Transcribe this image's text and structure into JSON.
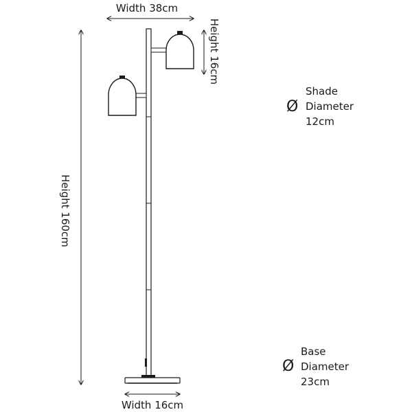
{
  "dimensions": {
    "overall_width": "Width 38cm",
    "shade_height": "Height 16cm",
    "overall_height": "Height 160cm",
    "base_width": "Width 16cm"
  },
  "shade_info": {
    "title": "Shade",
    "diameter_symbol": "Ø",
    "diameter_label": "Diameter",
    "value": "12cm"
  },
  "base_info": {
    "title": "Base",
    "diameter_symbol": "Ø",
    "diameter_label": "Diameter",
    "value": "23cm"
  },
  "colors": {
    "line": "#1a1a1a",
    "background": "#ffffff"
  }
}
